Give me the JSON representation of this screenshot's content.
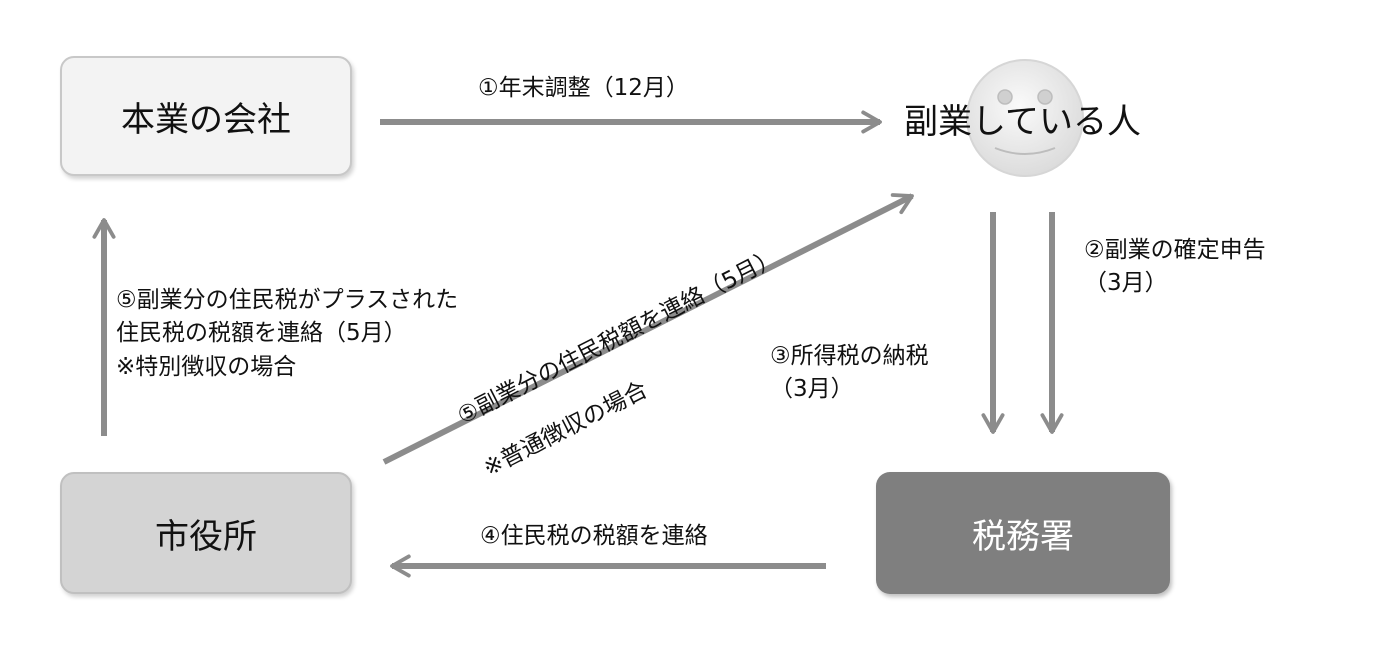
{
  "nodes": {
    "company": "本業の会社",
    "person": "副業している人",
    "city_office": "市役所",
    "tax_office": "税務署"
  },
  "edges": {
    "year_end": "①年末調整（12月）",
    "declaration_line1": "②副業の確定申告",
    "declaration_line2": "（3月）",
    "income_tax_line1": "③所得税の納税",
    "income_tax_line2": "（3月）",
    "resident_notice": "④住民税の税額を連絡",
    "special_line1": "⑤副業分の住民税がプラスされた",
    "special_line2": "住民税の税額を連絡（5月）",
    "special_line3": "※特別徴収の場合",
    "ordinary_line1": "⑤副業分の住民税額を連絡（5月）",
    "ordinary_line2": "※普通徴収の場合"
  },
  "colors": {
    "arrow": "#8c8c8c",
    "tax_office_fill": "#7f7f7f",
    "city_office_fill": "#d4d4d4",
    "company_fill": "#f3f3f3",
    "face_fill": "#ececec"
  }
}
